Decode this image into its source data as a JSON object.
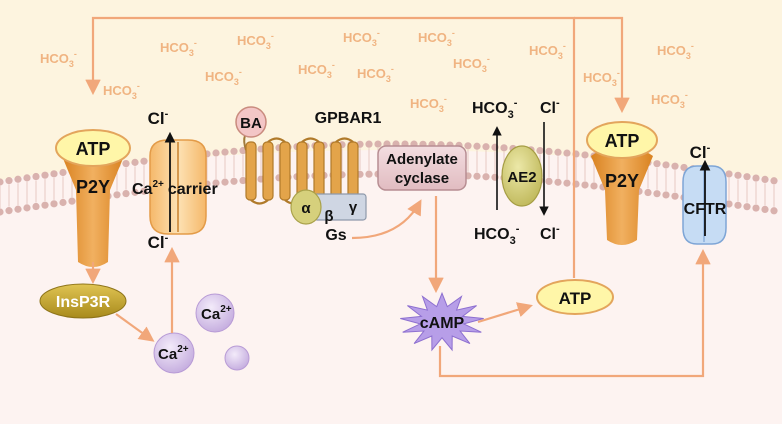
{
  "colors": {
    "extracellular": "#fdf4df",
    "cytoplasm": "#fdf3f1",
    "membrane_head": "#d9b2ae",
    "arrow": "#f1a77a",
    "atp_fill": "#fff6a8",
    "atp_stroke": "#e3a55c",
    "receptor": "#e89a3e",
    "gpbar1": "#e3a44a",
    "insp3r": "#c6a92e",
    "calcium": "#d9c6ea",
    "adenylate": "#ecd0d3",
    "ae2": "#d3ce7d",
    "cftr": "#c6dcf4",
    "camp": "#b79ee8"
  },
  "background_ions": {
    "label": "HCO3-",
    "base": "HCO",
    "sub": "3",
    "sup": "-"
  },
  "labels": {
    "atp": "ATP",
    "p2y": "P2Y",
    "cl": "Cl",
    "cl_sup": "-",
    "ca": "Ca",
    "ca_sup": "2+",
    "carrier": "carrier",
    "ba": "BA",
    "gpbar1": "GPBAR1",
    "alpha": "α",
    "beta": "β",
    "gamma": "γ",
    "gs": "Gs",
    "adenylate_line1": "Adenylate",
    "adenylate_line2": "cyclase",
    "ae2": "AE2",
    "hco3_base": "HCO",
    "hco3_sub": "3",
    "hco3_sup": "-",
    "cftr": "CFTR",
    "insp3r": "InsP3R",
    "camp": "cAMP"
  }
}
